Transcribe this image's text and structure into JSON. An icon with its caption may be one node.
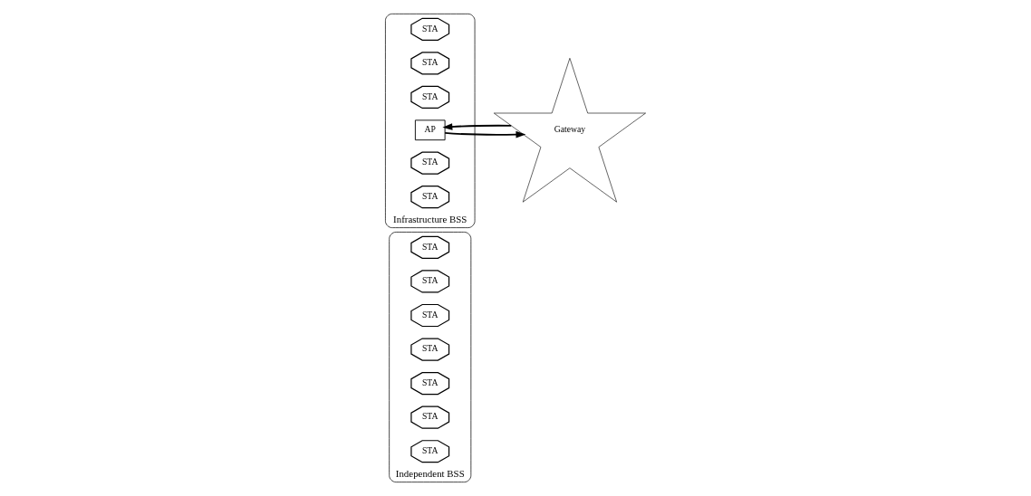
{
  "diagram": {
    "nodes": [
      {
        "text": [
          "Independent BSS"
        ]
      },
      {
        "text": [
          "STA"
        ],
        "in": 0
      },
      {
        "text": [
          "STA"
        ],
        "in": 0
      },
      {
        "text": [
          "STA"
        ],
        "in": 0
      },
      {
        "text": [
          "STA"
        ],
        "in": 0
      },
      {
        "text": [
          "STA"
        ],
        "in": 0
      },
      {
        "text": [
          "STA"
        ],
        "in": 0
      },
      {
        "text": [
          "STA"
        ],
        "in": 0
      },
      {
        "text": [
          "Infrastructure BSS"
        ]
      },
      {
        "text": [
          "STA"
        ],
        "in": 8
      },
      {
        "text": [
          "STA"
        ],
        "in": 8
      },
      {
        "text": [
          "STA"
        ],
        "in": 8
      },
      {
        "text": [
          "AP"
        ],
        "in": 8
      },
      {
        "text": [
          "STA"
        ],
        "in": 8
      },
      {
        "text": [
          "STA"
        ],
        "in": 8
      },
      {
        "text": [
          "Gateway"
        ]
      }
    ],
    "edges": [
      {
        "from": 15,
        "to": 12,
        "arrow": "to"
      },
      {
        "from": 12,
        "to": 15,
        "arrow": "to"
      }
    ]
  }
}
